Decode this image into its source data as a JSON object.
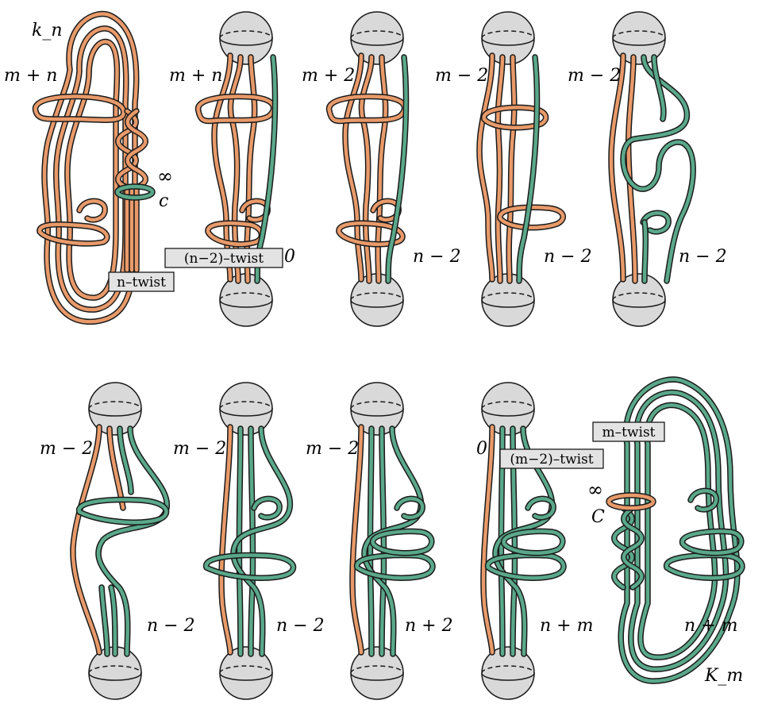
{
  "colors": {
    "orange": "#e89a6a",
    "green": "#5aa88a",
    "sphere": "#d9d9d9",
    "box": "#e3e3e3"
  },
  "top_row": {
    "panel1": {
      "knot": "k_n",
      "framing": "m + n",
      "infinity": "∞",
      "circle": "c",
      "twist": "n–twist"
    },
    "panel2": {
      "framing": "m + n",
      "zero": "0",
      "twist": "(n−2)–twist"
    },
    "panel3": {
      "top": "m + 2",
      "bottom": "n − 2"
    },
    "panel4": {
      "top": "m − 2",
      "bottom": "n − 2"
    },
    "panel5": {
      "top": "m − 2",
      "bottom": "n − 2"
    }
  },
  "bottom_row": {
    "panel1": {
      "top": "m − 2",
      "bottom": "n − 2"
    },
    "panel2": {
      "top": "m − 2",
      "bottom": "n − 2"
    },
    "panel3": {
      "top": "m − 2",
      "bottom": "n + 2"
    },
    "panel4": {
      "zero": "0",
      "twist": "(m−2)–twist",
      "bottom": "n + m"
    },
    "panel5": {
      "twist": "m–twist",
      "infinity": "∞",
      "circle": "C",
      "framing": "n + m",
      "knot": "K_m"
    }
  }
}
